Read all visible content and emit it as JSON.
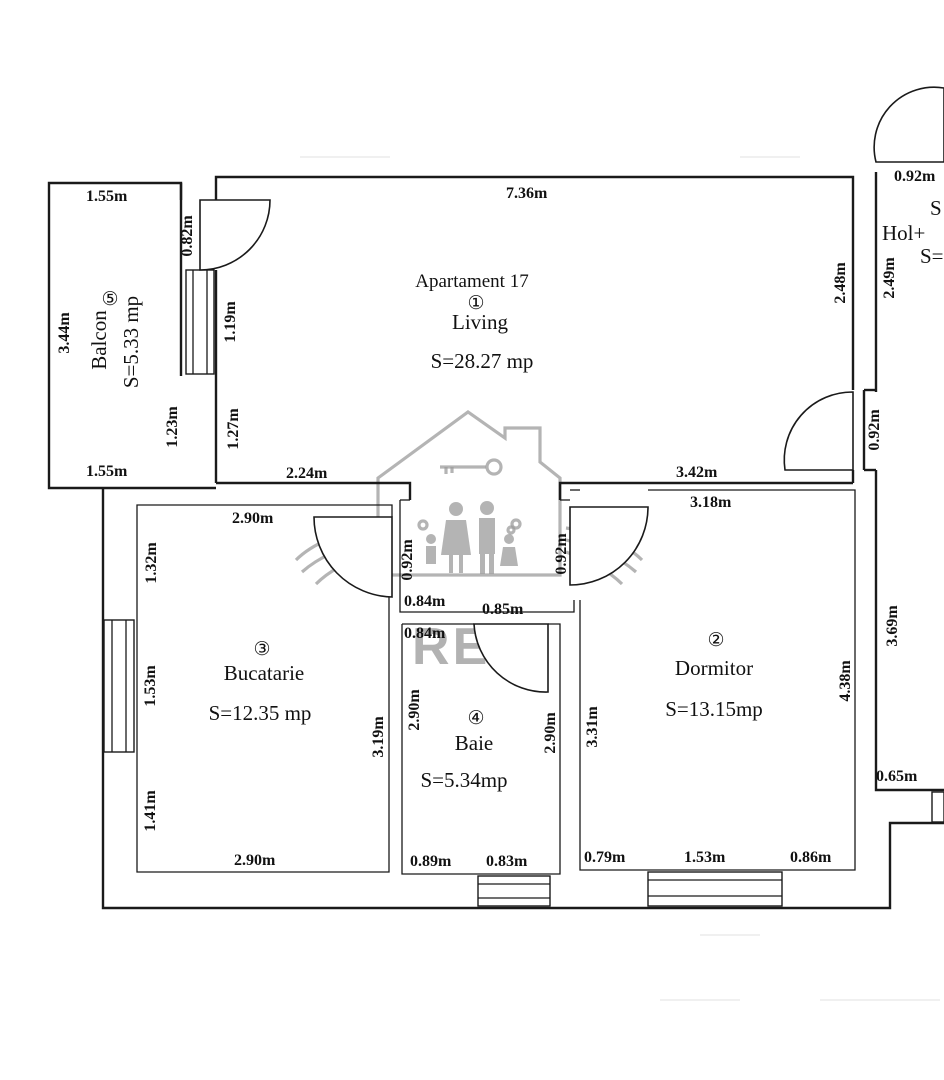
{
  "apartment_title": "Apartament 17",
  "watermark": {
    "brand": "REY",
    "icon": "house-family-key-logo"
  },
  "rooms": [
    {
      "number": "①",
      "name": "Living",
      "area": "S=28.27 mp"
    },
    {
      "number": "②",
      "name": "Dormitor",
      "area": "S=13.15mp"
    },
    {
      "number": "③",
      "name": "Bucatarie",
      "area": "S=12.35 mp"
    },
    {
      "number": "④",
      "name": "Baie",
      "area": "S=5.34mp"
    },
    {
      "number": "⑤",
      "name": "Balcon",
      "area": "S=5.33 mp"
    },
    {
      "number": "",
      "name": "Hol+",
      "area": "S=",
      "letter": "S"
    }
  ],
  "dimensions": {
    "balcony_top": "1.55m",
    "balcony_bottom": "1.55m",
    "balcony_left": "3.44m",
    "balcony_door": "0.82m",
    "balcony_window": "1.19m",
    "balcony_right_lower": "1.23m",
    "living_top": "7.36m",
    "living_left_lower": "1.27m",
    "living_bottom_left": "2.24m",
    "living_bottom_right": "3.42m",
    "living_right": "2.48m",
    "hall_right_top": "2.49m",
    "hall_door_top": "0.92m",
    "hall_door_side": "0.92m",
    "kitchen_top": "2.90m",
    "kitchen_left_top": "1.32m",
    "kitchen_left_mid": "1.53m",
    "kitchen_left_bottom": "1.41m",
    "kitchen_right": "3.19m",
    "kitchen_bottom": "2.90m",
    "corridor_left": "0.92m",
    "corridor_right": "0.92m",
    "corridor_bottom_left": "0.84m",
    "corridor_bottom_right": "0.85m",
    "bath_top": "0.84m",
    "bath_left": "2.90m",
    "bath_right": "2.90m",
    "bath_bottom_left": "0.89m",
    "bath_bottom_right": "0.83m",
    "bedroom_top": "3.18m",
    "bedroom_left": "3.31m",
    "bedroom_right": "4.38m",
    "bedroom_bottom_left": "0.79m",
    "bedroom_bottom_mid": "1.53m",
    "bedroom_bottom_right": "0.86m",
    "hall_lower_side": "3.69m",
    "hall_lower_bottom": "0.65m"
  }
}
